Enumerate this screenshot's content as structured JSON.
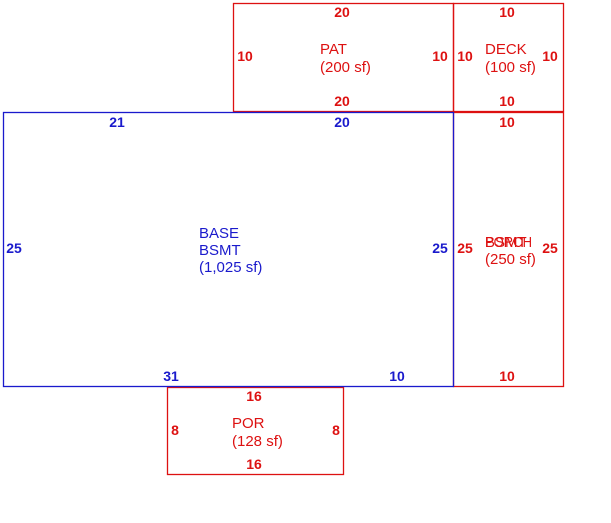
{
  "colors": {
    "base": "#1a1acc",
    "addition": "#dd1111"
  },
  "areas": {
    "base": {
      "line1": "BASE",
      "line2": "BSMT",
      "line3": "(1,025 sf)",
      "dims": {
        "top_left": "21",
        "top_right": "20",
        "left": "25",
        "right": "25",
        "bottom_left": "31",
        "bottom_right": "10"
      }
    },
    "patio": {
      "line1": "PAT",
      "line2": "(200 sf)",
      "dims": {
        "top": "20",
        "bottom": "20",
        "left": "10",
        "right": "10"
      }
    },
    "deck": {
      "line1": "DECK",
      "line2": "(100 sf)",
      "dims": {
        "top": "10",
        "bottom": "10",
        "left": "10",
        "right": "10"
      }
    },
    "side": {
      "line1a": "BSMT",
      "line1b": "PORCH",
      "line2": "(250 sf)",
      "dims": {
        "top": "10",
        "bottom": "10",
        "left": "25",
        "right": "25"
      }
    },
    "porch": {
      "line1": "POR",
      "line2": "(128 sf)",
      "dims": {
        "top": "16",
        "bottom": "16",
        "left": "8",
        "right": "8"
      }
    }
  }
}
